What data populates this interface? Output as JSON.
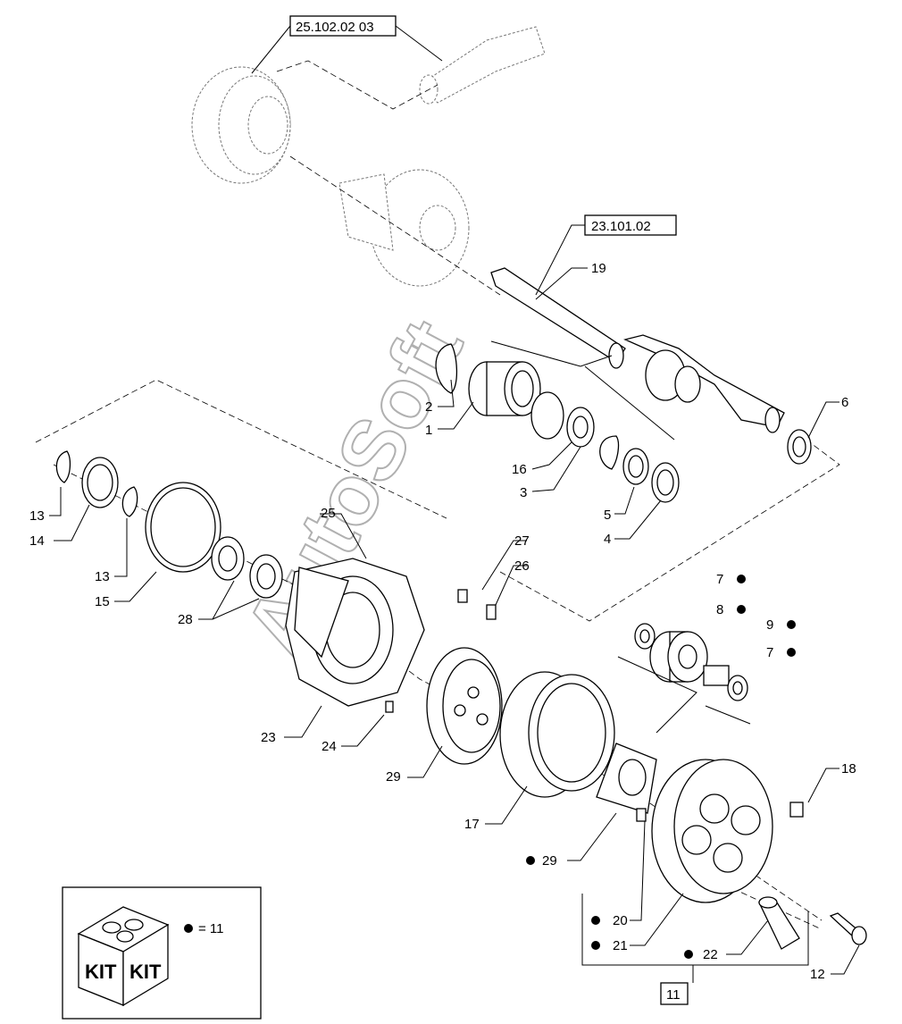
{
  "references": [
    {
      "id": "ref-25-102-02-03",
      "text": "25.102.02 03"
    },
    {
      "id": "ref-23-101-02",
      "text": "23.101.02"
    }
  ],
  "callouts": {
    "c19": "19",
    "c6": "6",
    "c2": "2",
    "c1": "1",
    "c16": "16",
    "c3": "3",
    "c5": "5",
    "c4": "4",
    "c13a": "13",
    "c14": "14",
    "c13b": "13",
    "c15": "15",
    "c25": "25",
    "c27": "27",
    "c26": "26",
    "c28": "28",
    "c7a": "7",
    "c8": "8",
    "c9": "9",
    "c7b": "7",
    "c23": "23",
    "c24": "24",
    "c29a": "29",
    "c18": "18",
    "c17": "17",
    "c29b": "29",
    "c20": "20",
    "c21": "21",
    "c22": "22",
    "c12": "12",
    "c11": "11"
  },
  "kit_legend": {
    "kit_label_1": "KIT",
    "kit_label_2": "KIT",
    "equals_text": "= 11"
  },
  "watermark": "AutoSoft",
  "colors": {
    "ink": "#000000",
    "ghost": "#777777",
    "watermark": "#b0b0b0"
  }
}
